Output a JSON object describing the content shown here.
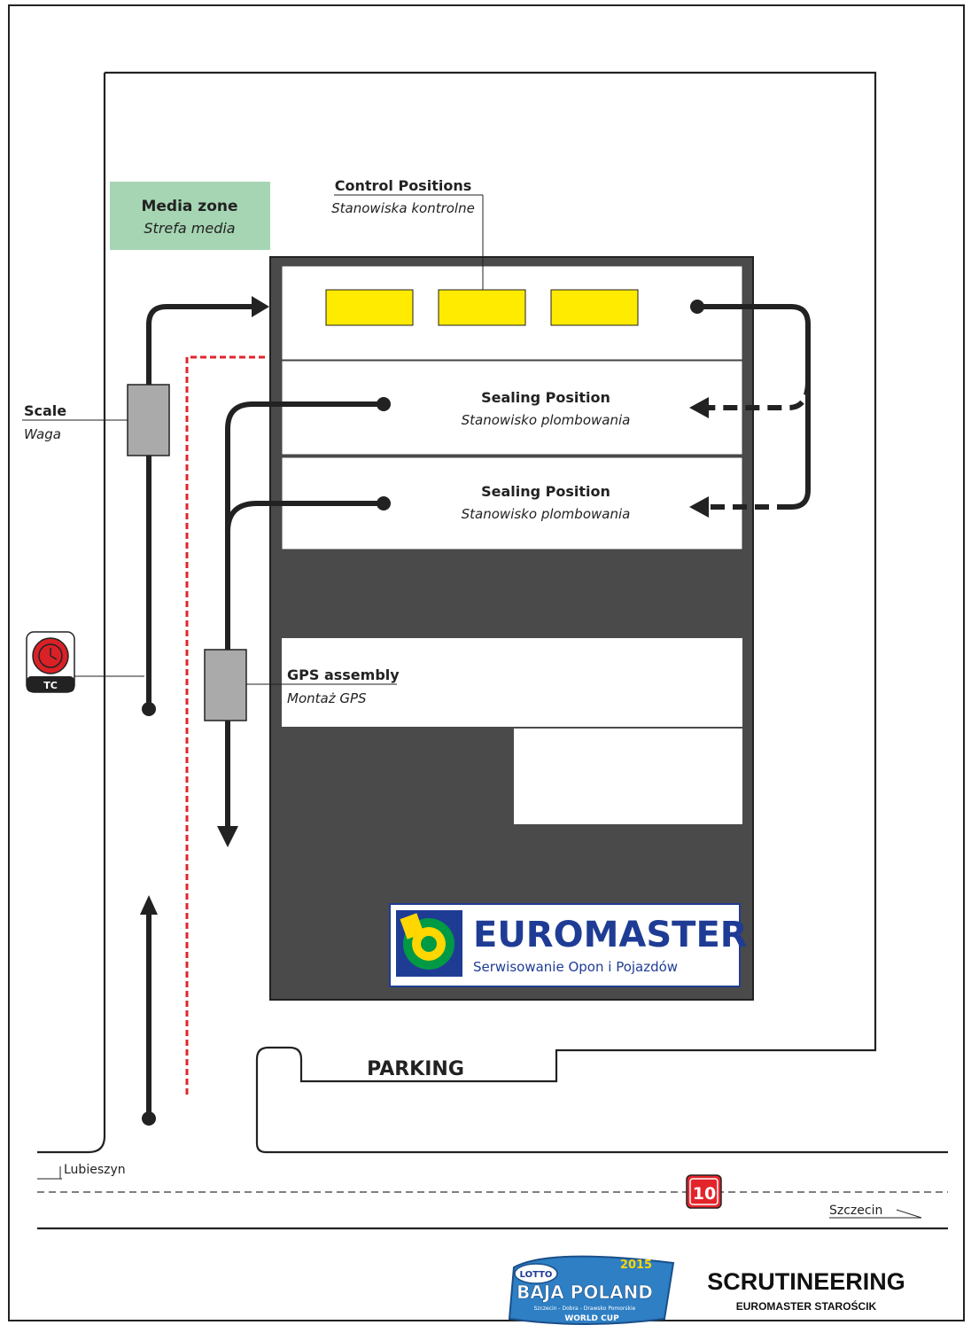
{
  "map": {
    "media_zone": {
      "title": "Media zone",
      "subtitle": "Strefa media",
      "color": "#a6d5b3"
    },
    "control_positions": {
      "title": "Control Positions",
      "subtitle": "Stanowiska kontrolne",
      "slot_color": "#ffeb00"
    },
    "sealing_positions": [
      {
        "title": "Sealing Position",
        "subtitle": "Stanowisko plombowania"
      },
      {
        "title": "Sealing Position",
        "subtitle": "Stanowisko plombowania"
      }
    ],
    "scale": {
      "title": "Scale",
      "subtitle": "Waga"
    },
    "gps": {
      "title": "GPS assembly",
      "subtitle": "Montaż GPS"
    },
    "tc_badge": {
      "label": "TC",
      "color": "#d92127"
    },
    "parking": "PARKING",
    "road": {
      "left_destination": "Lubieszyn",
      "right_destination": "Szczecin",
      "route_number": "10",
      "route_color": "#e3242b"
    },
    "sponsor": {
      "brand": "EUROMASTER",
      "tagline": "Serwisowanie Opon i Pojazdów",
      "brand_color": "#1f3c95",
      "logo_green": "#009a44",
      "logo_yellow": "#ffd600"
    },
    "event_logo": {
      "year": "2015",
      "lotto": "LOTTO",
      "name": "BAJA POLAND",
      "places": "Szczecin - Dobra - Drawsko Pomorskie",
      "cup": "WORLD CUP"
    },
    "footer": {
      "title": "SCRUTINEERING",
      "subtitle": "EUROMASTER STAROŚCIK"
    },
    "colors": {
      "building": "#4a4a4a",
      "route_line": "#222222",
      "media_path": "#e0252b"
    }
  }
}
